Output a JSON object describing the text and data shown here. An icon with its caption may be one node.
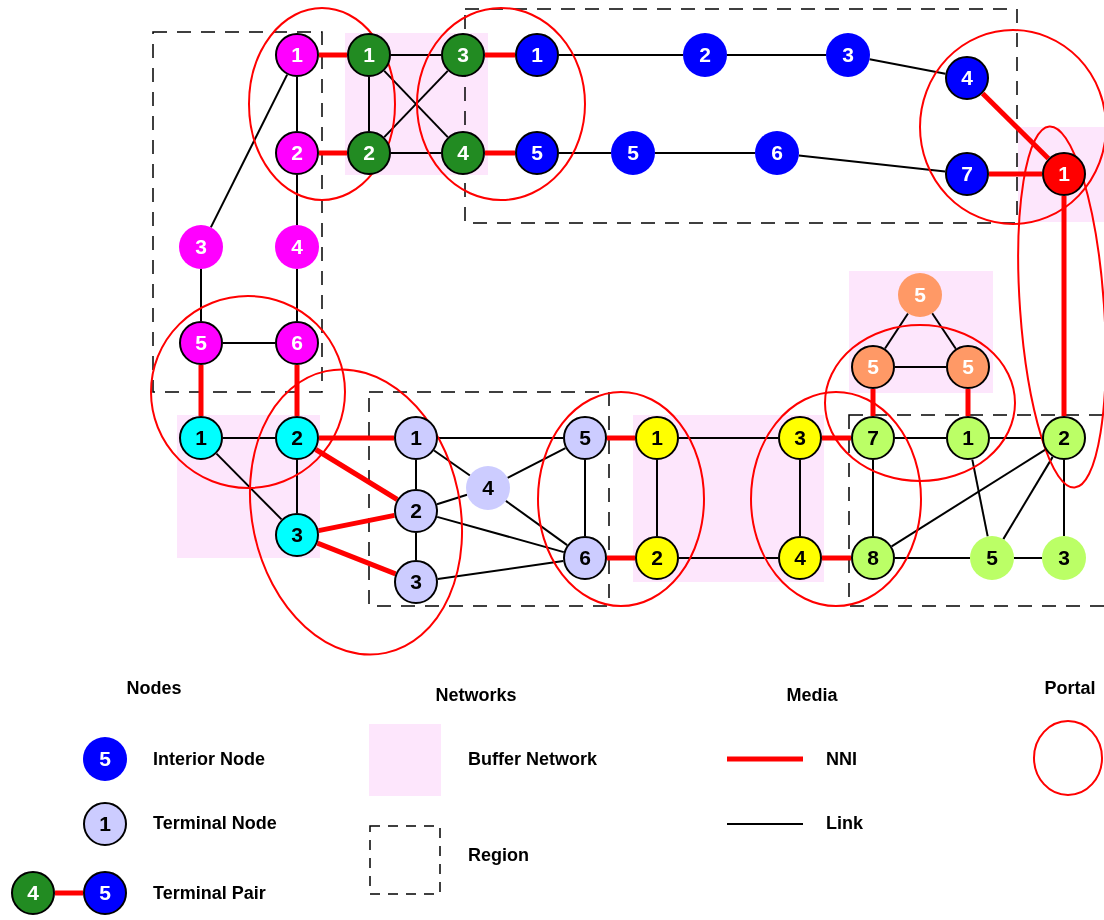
{
  "diagram": {
    "nodes": [
      {
        "text": [
          "1"
        ]
      },
      {
        "text": [
          "2"
        ]
      },
      {
        "text": [
          "3"
        ]
      },
      {
        "text": [
          "4"
        ]
      },
      {
        "text": [
          "5"
        ]
      },
      {
        "text": [
          "6"
        ]
      },
      {
        "text": [
          "1"
        ]
      },
      {
        "text": [
          "2"
        ]
      },
      {
        "text": [
          "3"
        ]
      },
      {
        "text": [
          "4"
        ]
      },
      {
        "text": [
          "1"
        ]
      },
      {
        "text": [
          "2"
        ]
      },
      {
        "text": [
          "3"
        ]
      },
      {
        "text": [
          "4"
        ]
      },
      {
        "text": [
          "5"
        ]
      },
      {
        "text": [
          "5"
        ]
      },
      {
        "text": [
          "6"
        ]
      },
      {
        "text": [
          "7"
        ]
      },
      {
        "text": [
          "1"
        ]
      },
      {
        "text": [
          "1"
        ]
      },
      {
        "text": [
          "2"
        ]
      },
      {
        "text": [
          "3"
        ]
      },
      {
        "text": [
          "1"
        ]
      },
      {
        "text": [
          "2"
        ]
      },
      {
        "text": [
          "3"
        ]
      },
      {
        "text": [
          "4"
        ]
      },
      {
        "text": [
          "5"
        ]
      },
      {
        "text": [
          "6"
        ]
      },
      {
        "text": [
          "1"
        ]
      },
      {
        "text": [
          "2"
        ]
      },
      {
        "text": [
          "3"
        ]
      },
      {
        "text": [
          "4"
        ]
      },
      {
        "text": [
          "5"
        ]
      },
      {
        "text": [
          "5"
        ]
      },
      {
        "text": [
          "5"
        ]
      },
      {
        "text": [
          "7"
        ]
      },
      {
        "text": [
          "1"
        ]
      },
      {
        "text": [
          "2"
        ]
      },
      {
        "text": [
          "8"
        ]
      },
      {
        "text": [
          "5"
        ]
      },
      {
        "text": [
          "3"
        ]
      },
      {
        "text": [
          "5"
        ]
      },
      {
        "text": [
          "1"
        ]
      },
      {
        "text": [
          "4"
        ]
      },
      {
        "text": [
          "5"
        ]
      }
    ],
    "edges": [
      {
        "from": 0,
        "to": 1,
        "arrow": "none"
      },
      {
        "from": 0,
        "to": 2,
        "arrow": "none"
      },
      {
        "from": 1,
        "to": 3,
        "arrow": "none"
      },
      {
        "from": 2,
        "to": 4,
        "arrow": "none"
      },
      {
        "from": 3,
        "to": 5,
        "arrow": "none"
      },
      {
        "from": 4,
        "to": 5,
        "arrow": "none"
      },
      {
        "from": 0,
        "to": 6,
        "arrow": "none",
        "style": "thick",
        "color": "#ff0000"
      },
      {
        "from": 1,
        "to": 7,
        "arrow": "none",
        "style": "thick",
        "color": "#ff0000"
      },
      {
        "from": 6,
        "to": 7,
        "arrow": "none"
      },
      {
        "from": 6,
        "to": 8,
        "arrow": "none"
      },
      {
        "from": 6,
        "to": 9,
        "arrow": "none"
      },
      {
        "from": 7,
        "to": 8,
        "arrow": "none"
      },
      {
        "from": 7,
        "to": 9,
        "arrow": "none"
      },
      {
        "from": 8,
        "to": 10,
        "arrow": "none",
        "style": "thick",
        "color": "#ff0000"
      },
      {
        "from": 9,
        "to": 14,
        "arrow": "none",
        "style": "thick",
        "color": "#ff0000"
      },
      {
        "from": 10,
        "to": 11,
        "arrow": "none"
      },
      {
        "from": 11,
        "to": 12,
        "arrow": "none"
      },
      {
        "from": 12,
        "to": 13,
        "arrow": "none"
      },
      {
        "from": 14,
        "to": 15,
        "arrow": "none"
      },
      {
        "from": 15,
        "to": 16,
        "arrow": "none"
      },
      {
        "from": 16,
        "to": 17,
        "arrow": "none"
      },
      {
        "from": 13,
        "to": 18,
        "arrow": "none",
        "style": "thick",
        "color": "#ff0000"
      },
      {
        "from": 17,
        "to": 18,
        "arrow": "none",
        "style": "thick",
        "color": "#ff0000"
      },
      {
        "from": 18,
        "to": 37,
        "arrow": "none",
        "style": "thick",
        "color": "#ff0000"
      },
      {
        "from": 4,
        "to": 19,
        "arrow": "none",
        "style": "thick",
        "color": "#ff0000"
      },
      {
        "from": 5,
        "to": 20,
        "arrow": "none",
        "style": "thick",
        "color": "#ff0000"
      },
      {
        "from": 19,
        "to": 20,
        "arrow": "none"
      },
      {
        "from": 19,
        "to": 21,
        "arrow": "none"
      },
      {
        "from": 20,
        "to": 21,
        "arrow": "none"
      },
      {
        "from": 20,
        "to": 22,
        "arrow": "none",
        "style": "thick",
        "color": "#ff0000"
      },
      {
        "from": 20,
        "to": 23,
        "arrow": "none",
        "style": "thick",
        "color": "#ff0000"
      },
      {
        "from": 21,
        "to": 23,
        "arrow": "none",
        "style": "thick",
        "color": "#ff0000"
      },
      {
        "from": 21,
        "to": 24,
        "arrow": "none",
        "style": "thick",
        "color": "#ff0000"
      },
      {
        "from": 22,
        "to": 23,
        "arrow": "none"
      },
      {
        "from": 23,
        "to": 24,
        "arrow": "none"
      },
      {
        "from": 22,
        "to": 26,
        "arrow": "none"
      },
      {
        "from": 22,
        "to": 25,
        "arrow": "none"
      },
      {
        "from": 23,
        "to": 25,
        "arrow": "none"
      },
      {
        "from": 25,
        "to": 26,
        "arrow": "none"
      },
      {
        "from": 25,
        "to": 27,
        "arrow": "none"
      },
      {
        "from": 23,
        "to": 27,
        "arrow": "none"
      },
      {
        "from": 24,
        "to": 27,
        "arrow": "none"
      },
      {
        "from": 26,
        "to": 27,
        "arrow": "none"
      },
      {
        "from": 26,
        "to": 28,
        "arrow": "none",
        "style": "thick",
        "color": "#ff0000"
      },
      {
        "from": 27,
        "to": 29,
        "arrow": "none",
        "style": "thick",
        "color": "#ff0000"
      },
      {
        "from": 28,
        "to": 29,
        "arrow": "none"
      },
      {
        "from": 28,
        "to": 30,
        "arrow": "none"
      },
      {
        "from": 29,
        "to": 31,
        "arrow": "none"
      },
      {
        "from": 30,
        "to": 31,
        "arrow": "none"
      },
      {
        "from": 30,
        "to": 35,
        "arrow": "none",
        "style": "thick",
        "color": "#ff0000"
      },
      {
        "from": 31,
        "to": 38,
        "arrow": "none",
        "style": "thick",
        "color": "#ff0000"
      },
      {
        "from": 32,
        "to": 33,
        "arrow": "none"
      },
      {
        "from": 32,
        "to": 34,
        "arrow": "none"
      },
      {
        "from": 33,
        "to": 34,
        "arrow": "none"
      },
      {
        "from": 33,
        "to": 35,
        "arrow": "none",
        "style": "thick",
        "color": "#ff0000"
      },
      {
        "from": 34,
        "to": 36,
        "arrow": "none",
        "style": "thick",
        "color": "#ff0000"
      },
      {
        "from": 35,
        "to": 36,
        "arrow": "none"
      },
      {
        "from": 36,
        "to": 37,
        "arrow": "none"
      },
      {
        "from": 35,
        "to": 38,
        "arrow": "none"
      },
      {
        "from": 38,
        "to": 37,
        "arrow": "none"
      },
      {
        "from": 36,
        "to": 39,
        "arrow": "none"
      },
      {
        "from": 39,
        "to": 37,
        "arrow": "none"
      },
      {
        "from": 37,
        "to": 40,
        "arrow": "none"
      },
      {
        "from": 38,
        "to": 39,
        "arrow": "none"
      },
      {
        "from": 39,
        "to": 40,
        "arrow": "none"
      },
      {
        "from": 43,
        "to": 44,
        "arrow": "none",
        "style": "thick",
        "color": "#ff0000"
      }
    ],
    "labels": [
      "Nodes",
      "Networks",
      "Media"
    ],
    "legend": [
      {
        "text": "Interior Node"
      },
      {
        "text": "Terminal Node"
      },
      {
        "text": "Terminal Pair"
      },
      {
        "text": "Buffer Network",
        "color": "#fde6fc"
      },
      {
        "text": "Region"
      },
      {
        "text": "NNI"
      },
      {
        "text": "Link"
      },
      {
        "text": "Portal"
      }
    ]
  }
}
